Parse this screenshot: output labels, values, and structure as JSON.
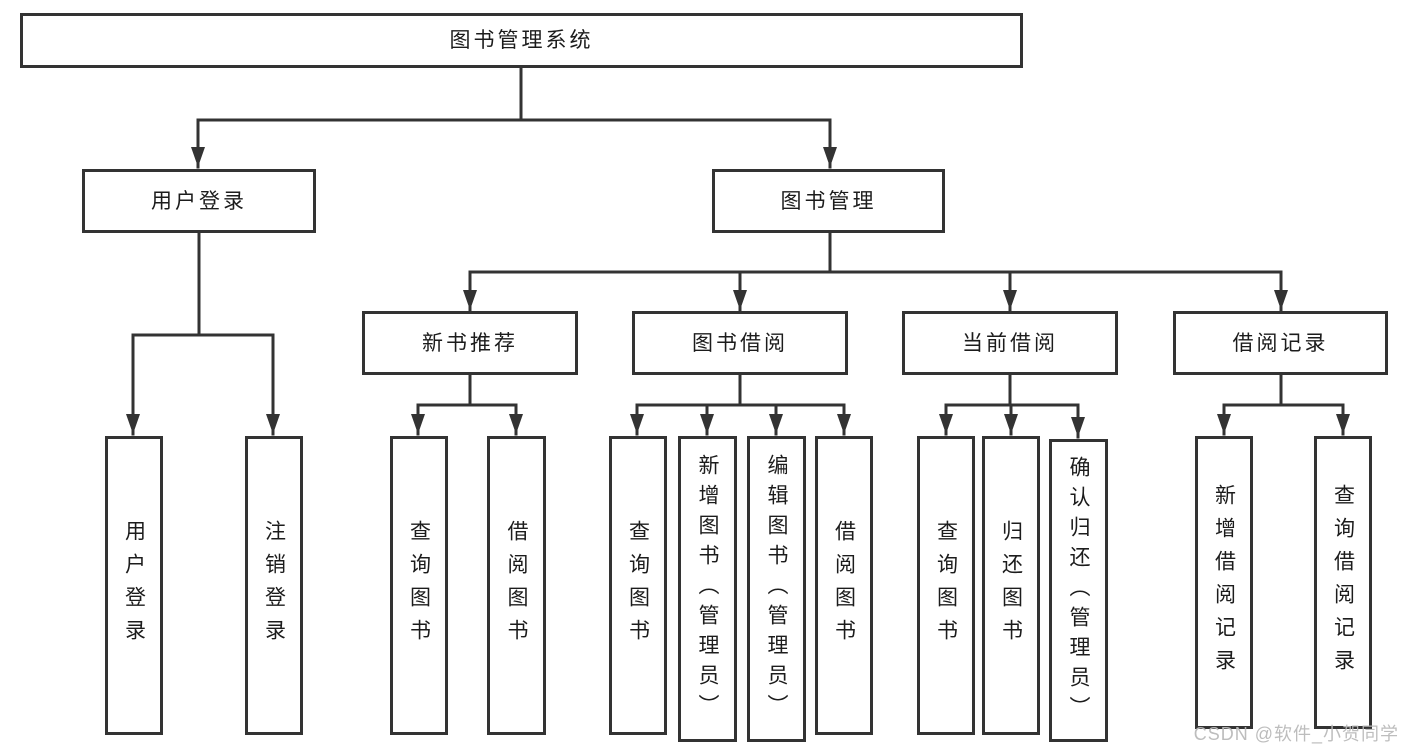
{
  "diagram": {
    "title": "图书管理系统",
    "branches": {
      "user_login": {
        "label": "用户登录",
        "children": {
          "login": "用户登录",
          "logout": "注销登录"
        }
      },
      "book_management": {
        "label": "图书管理",
        "children": {
          "new_book": {
            "label": "新书推荐",
            "children": {
              "query_book": "查询图书",
              "borrow_book": "借阅图书"
            }
          },
          "book_borrow": {
            "label": "图书借阅",
            "children": {
              "query_book": "查询图书",
              "add_book": "新增图书（管理员）",
              "edit_book": "编辑图书（管理员）",
              "borrow_book": "借阅图书"
            }
          },
          "current_borrow": {
            "label": "当前借阅",
            "children": {
              "query_book": "查询图书",
              "return_book": "归还图书",
              "confirm_return": "确认归还（管理员）"
            }
          },
          "borrow_record": {
            "label": "借阅记录",
            "children": {
              "add_record": "新增借阅记录",
              "query_record": "查询借阅记录"
            }
          }
        }
      }
    }
  },
  "watermark": "CSDN @软件_小贺同学",
  "colors": {
    "line": "#333333",
    "text": "#1c1c1c",
    "watermark": "#b9b9b9",
    "background": "#ffffff"
  }
}
